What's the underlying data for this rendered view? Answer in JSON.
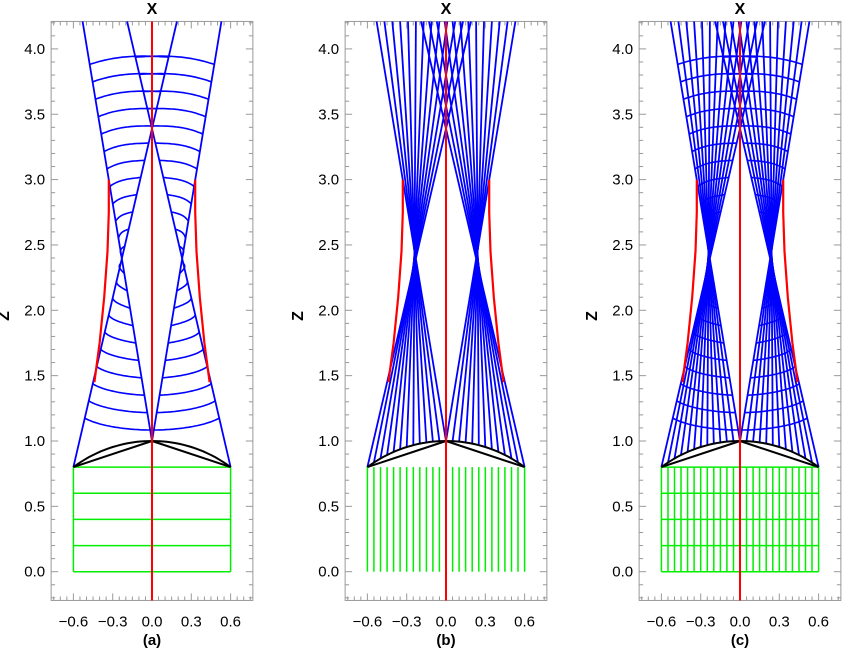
{
  "axes": {
    "x_title": "X",
    "z_title": "Z",
    "x_tick_labels": [
      "−0.6",
      "−0.3",
      "0.0",
      "0.3",
      "0.6"
    ],
    "x_tick_values": [
      -0.6,
      -0.3,
      0.0,
      0.3,
      0.6
    ],
    "z_tick_labels": [
      "0.0",
      "0.5",
      "1.0",
      "1.5",
      "2.0",
      "2.5",
      "3.0",
      "3.5",
      "4.0"
    ],
    "z_tick_values": [
      0,
      0.5,
      1,
      1.5,
      2,
      2.5,
      3,
      3.5,
      4
    ],
    "x_range": [
      -0.77,
      0.77
    ],
    "z_range": [
      -0.22,
      4.21
    ]
  },
  "colors": {
    "rays": "#0000ff",
    "caustic": "#ff0000",
    "axis_line": "#ff0000",
    "lens": "#000000",
    "incident": "#00ee00",
    "frame": "#999999"
  },
  "panels": [
    {
      "label": "(a)",
      "rays": "edge",
      "wavefronts": true,
      "incident": "horizontal"
    },
    {
      "label": "(b)",
      "rays": "all",
      "wavefronts": false,
      "incident": "vertical"
    },
    {
      "label": "(c)",
      "rays": "all",
      "wavefronts": true,
      "incident": "grid"
    }
  ]
}
